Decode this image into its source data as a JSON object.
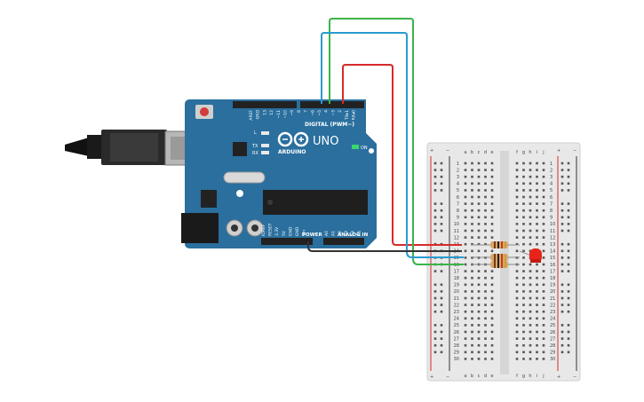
{
  "board": {
    "brand": "UNO",
    "model_label": "ARDUINO",
    "digital_header_label": "DIGITAL (PWM~)",
    "power_label": "POWER",
    "analog_label": "ANALOG IN",
    "on_label": "ON",
    "led_labels": [
      "L",
      "TX",
      "RX"
    ],
    "top_pin_labels": [
      "AREF",
      "GND",
      "13",
      "12",
      "~11",
      "~10",
      "~9",
      "8",
      "7",
      "~6",
      "~5",
      "4",
      "~3",
      "2",
      "TX▸1",
      "RX◂0"
    ],
    "power_pin_labels": [
      "IOREF",
      "RESET",
      "3.3V",
      "5V",
      "GND",
      "GND",
      "Vin"
    ],
    "analog_pin_labels": [
      "A0",
      "A1",
      "A2",
      "A3",
      "A4",
      "A5"
    ]
  },
  "breadboard": {
    "rail_plus": "+",
    "rail_minus": "−",
    "columns_left": [
      "a",
      "b",
      "c",
      "d",
      "e"
    ],
    "columns_right": [
      "f",
      "g",
      "h",
      "i",
      "j"
    ],
    "row_count": 30
  },
  "colors": {
    "board": "#2a6f9e",
    "breadboard": "#e8e8e8",
    "wire_red": "#d62a2a",
    "wire_green": "#3bb34a",
    "wire_blue": "#2a9bd0",
    "wire_black": "#333333",
    "led": "#e8241a"
  }
}
